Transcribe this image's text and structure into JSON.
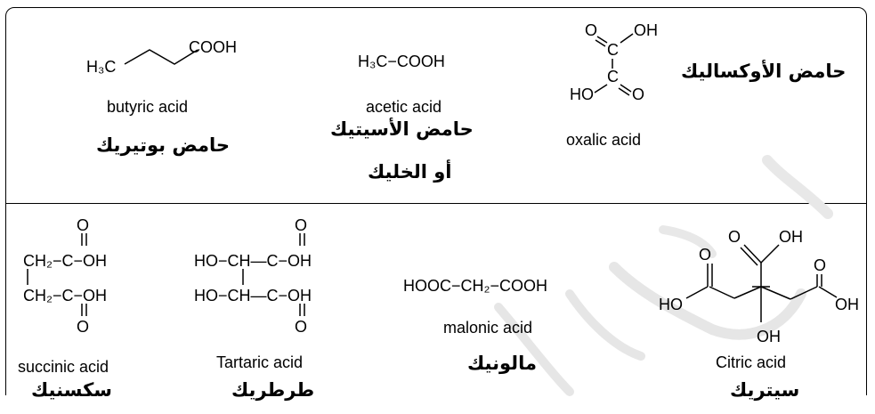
{
  "compounds": {
    "butyric": {
      "formula_left": "H₃C",
      "formula_right": "COOH",
      "name_en": "butyric acid",
      "name_ar": "حامض بوتيريك"
    },
    "acetic": {
      "formula": "H₃C−COOH",
      "name_en": "acetic acid",
      "name_ar": "حامض الأسيتيك",
      "name_ar_alt": "أو الخليك"
    },
    "oxalic": {
      "o_top": "O",
      "oh_top": "OH",
      "c_top": "C",
      "c_bottom": "C",
      "ho_bottom": "HO",
      "o_bottom": "O",
      "name_en": "oxalic acid",
      "name_ar": "حامض الأوكساليك"
    },
    "succinic": {
      "o_top": "O",
      "row1": "CH₂−C−OH",
      "row2": "CH₂−C−OH",
      "o_bottom": "O",
      "name_en": "succinic acid",
      "name_ar": "سكسنيك"
    },
    "tartaric": {
      "o_top": "O",
      "row1": "HO−CH—C−OH",
      "row2": "HO−CH—C−OH",
      "o_bottom": "O",
      "name_en": "Tartaric acid",
      "name_ar": "طرطريك"
    },
    "malonic": {
      "formula": "HOOC−CH₂−COOH",
      "name_en": "malonic acid",
      "name_ar": "مالونيك"
    },
    "citric": {
      "o_left": "O",
      "o_top": "O",
      "oh_top": "OH",
      "ho_left": "HO",
      "oh_right": "OH",
      "oh_bottom": "OH",
      "o_right": "O",
      "name_en": "Citric acid",
      "name_ar": "سيتريك"
    }
  },
  "colors": {
    "watermark": "#e6e6e6",
    "text": "#000000"
  }
}
